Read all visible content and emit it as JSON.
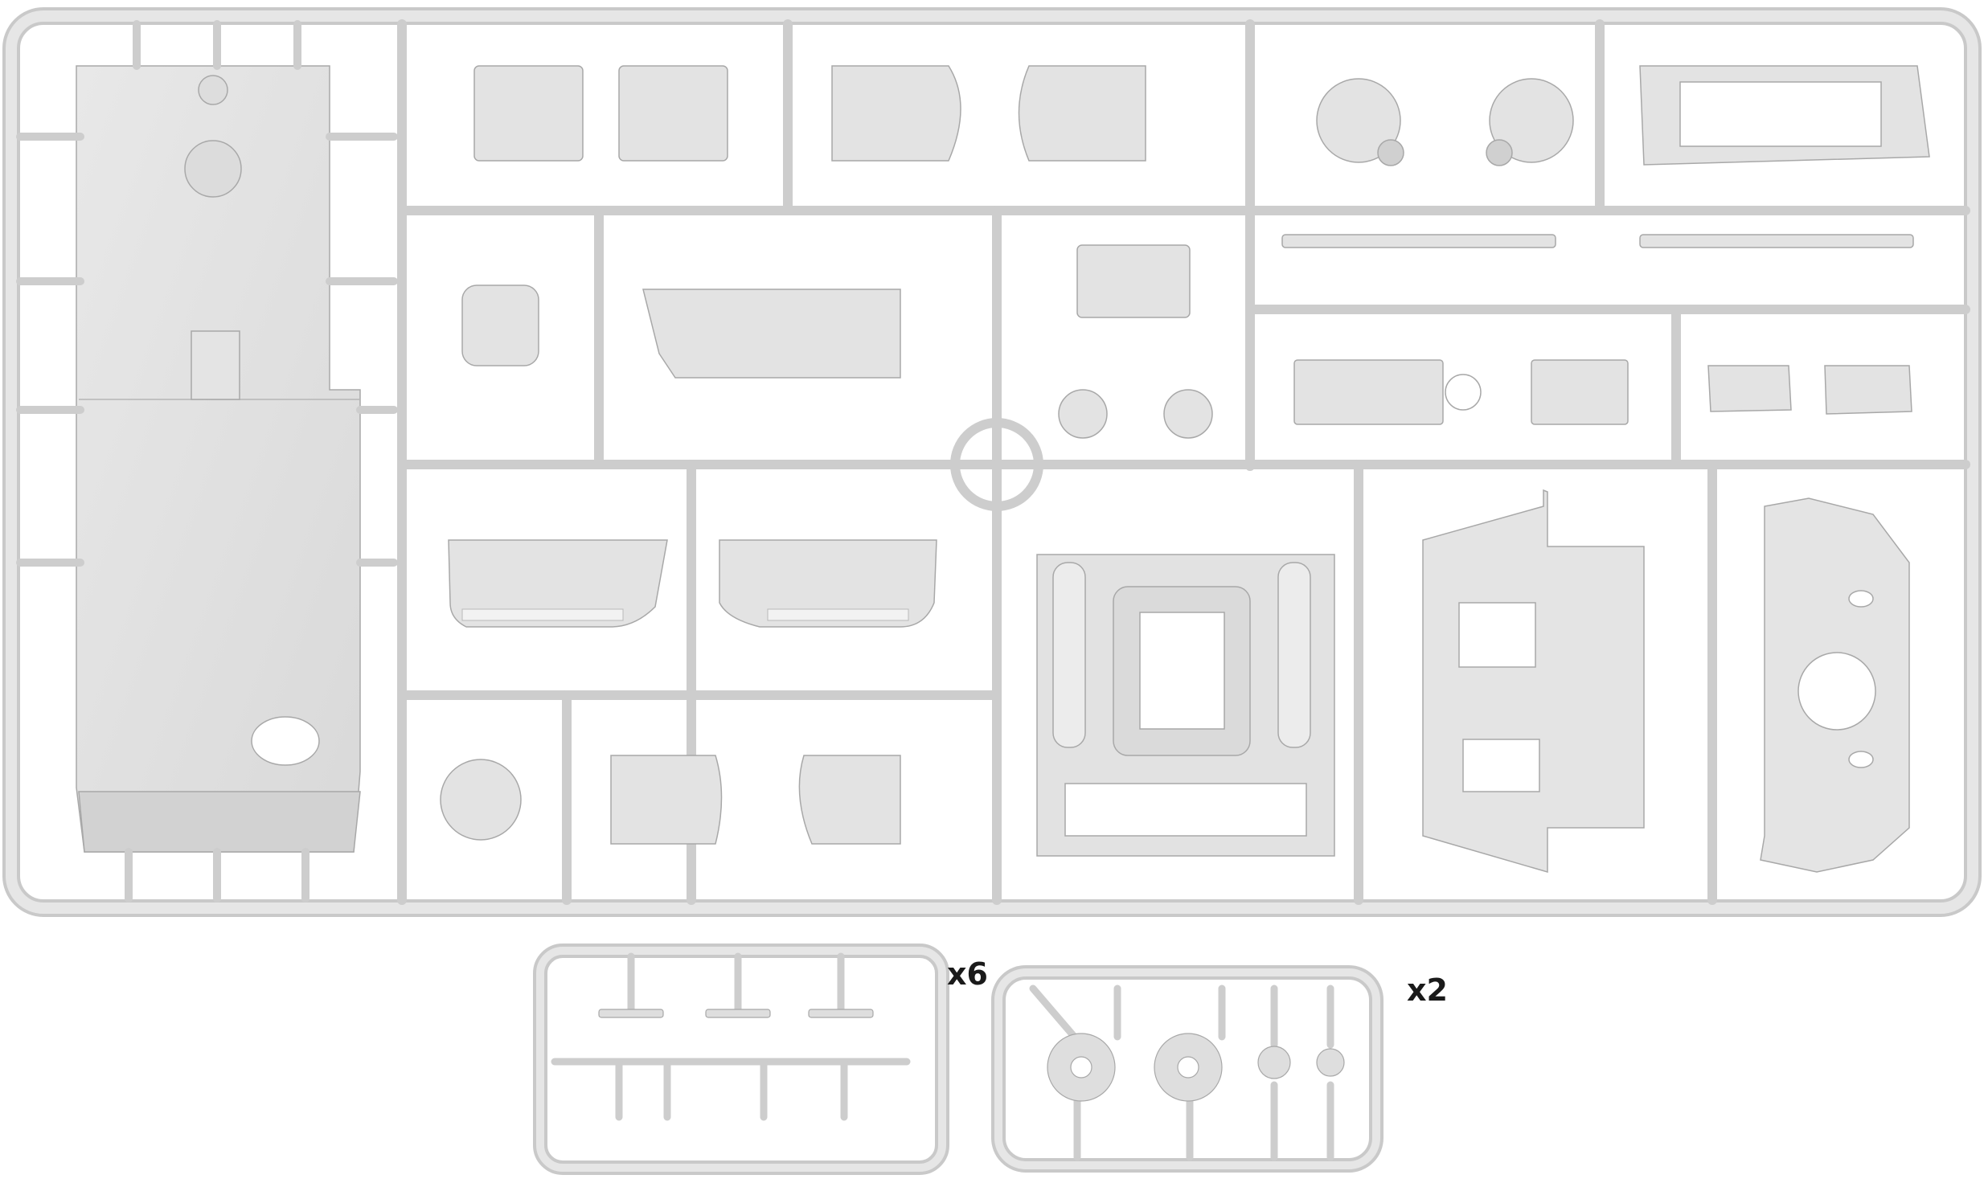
{
  "colors": {
    "background": "#ffffff",
    "plastic": "#e2e2e2",
    "plastic_dark": "#cfcfcf",
    "outline": "#9a9a9a",
    "label_text": "#1a1a1a"
  },
  "secondary_sprues": [
    {
      "id": "small-sprue-left",
      "quantity_label": "x6"
    },
    {
      "id": "small-sprue-right",
      "quantity_label": "x2"
    }
  ]
}
